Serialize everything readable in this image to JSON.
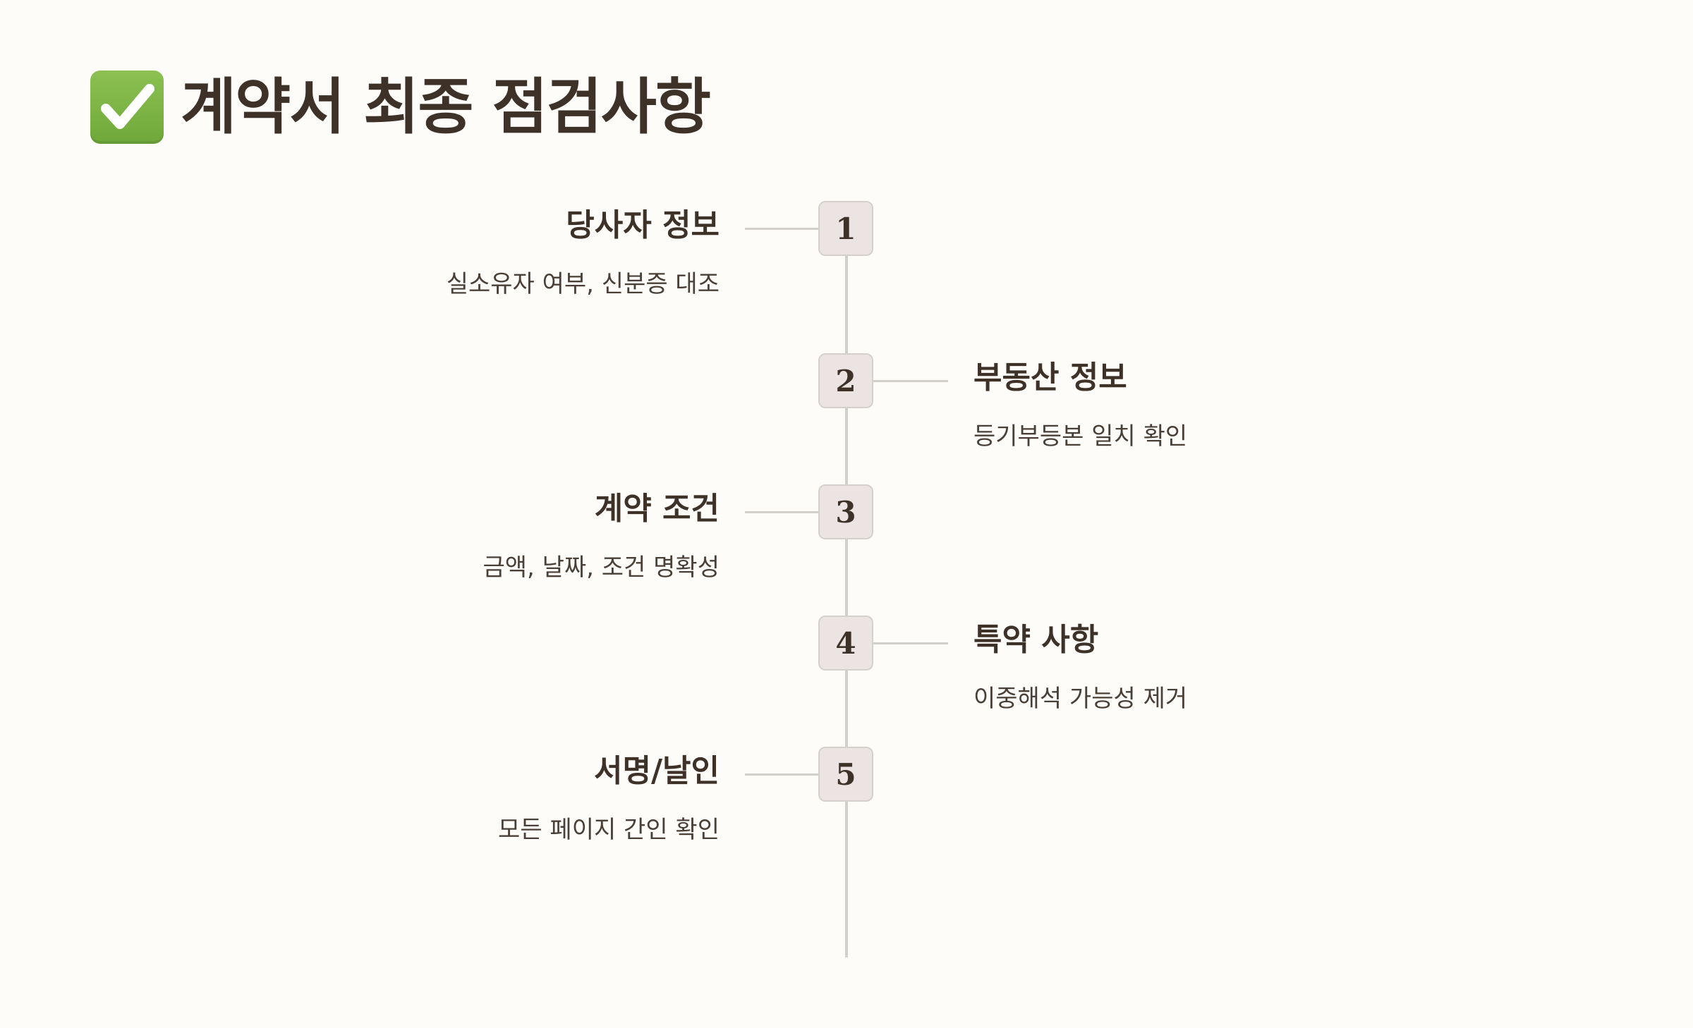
{
  "title": {
    "icon": "check-mark-button-icon",
    "text": "계약서 최종 점검사항"
  },
  "colors": {
    "background": "#fefcf9",
    "text": "#3d3128",
    "line": "#d3cfcb",
    "badge_fill": "#ece4e2",
    "icon_green": "#7cb342"
  },
  "steps": [
    {
      "number": "1",
      "title": "당사자 정보",
      "desc": "실소유자 여부, 신분증 대조",
      "side": "left"
    },
    {
      "number": "2",
      "title": "부동산 정보",
      "desc": "등기부등본 일치 확인",
      "side": "right"
    },
    {
      "number": "3",
      "title": "계약 조건",
      "desc": "금액, 날짜, 조건 명확성",
      "side": "left"
    },
    {
      "number": "4",
      "title": "특약 사항",
      "desc": "이중해석 가능성 제거",
      "side": "right"
    },
    {
      "number": "5",
      "title": "서명/날인",
      "desc": "모든 페이지 간인 확인",
      "side": "left"
    }
  ]
}
